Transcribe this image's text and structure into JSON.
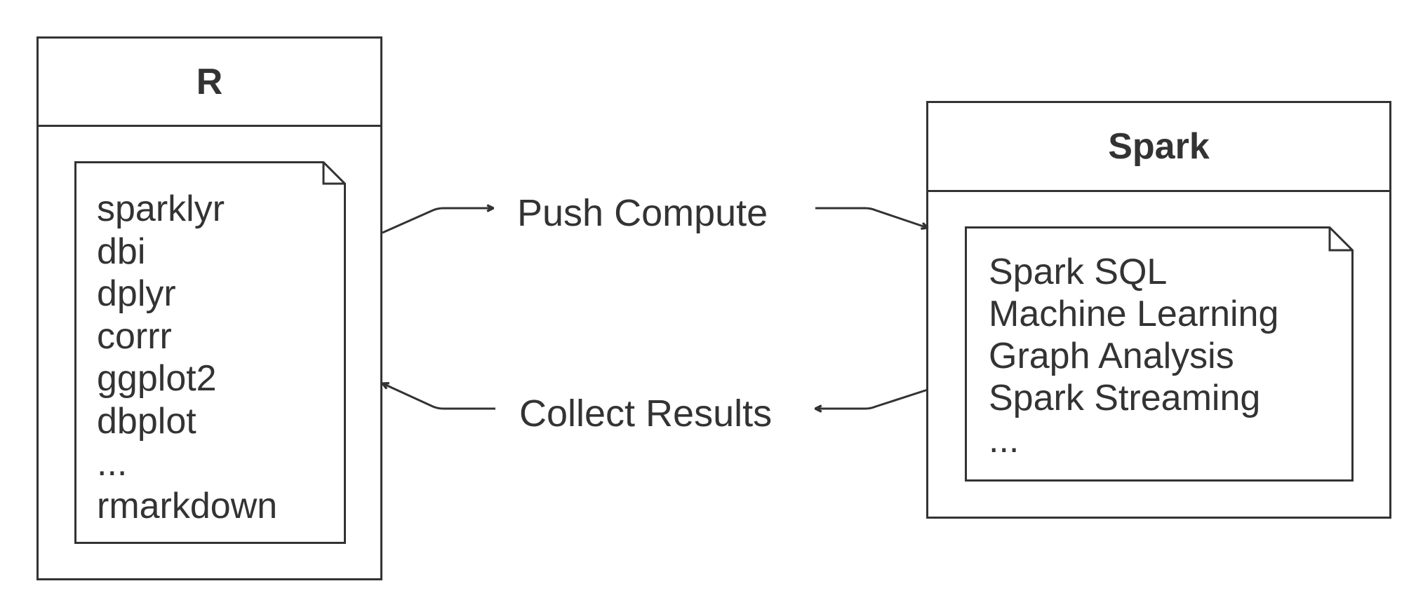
{
  "r_box": {
    "title": "R",
    "packages": [
      "sparklyr",
      "dbi",
      "dplyr",
      "corrr",
      "ggplot2",
      "dbplot",
      "...",
      "rmarkdown"
    ]
  },
  "spark_box": {
    "title": "Spark",
    "components": [
      "Spark SQL",
      "Machine Learning",
      "Graph Analysis",
      "Spark Streaming",
      "..."
    ]
  },
  "edges": {
    "push_label": "Push Compute",
    "collect_label": "Collect Results"
  }
}
